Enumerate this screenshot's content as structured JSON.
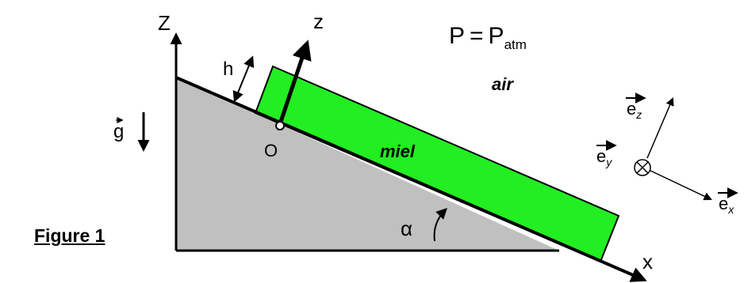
{
  "figure": {
    "caption": "Figure 1"
  },
  "labels": {
    "axis_Z": "Z",
    "axis_z": "z",
    "axis_x": "x",
    "thickness": "h",
    "gravity": "g",
    "origin": "O",
    "angle": "α",
    "fluid": "miel",
    "ambient": "air"
  },
  "pressure": {
    "lhs": "P",
    "eq": "=",
    "rhs": "P",
    "rhs_sub": "atm"
  },
  "basis": {
    "ez": "e",
    "ez_sub": "z",
    "ey": "e",
    "ey_sub": "y",
    "ex": "e",
    "ex_sub": "x"
  },
  "colors": {
    "incline": "#c0c0c0",
    "honey_layer": "#22ee22",
    "outline": "#000000"
  }
}
